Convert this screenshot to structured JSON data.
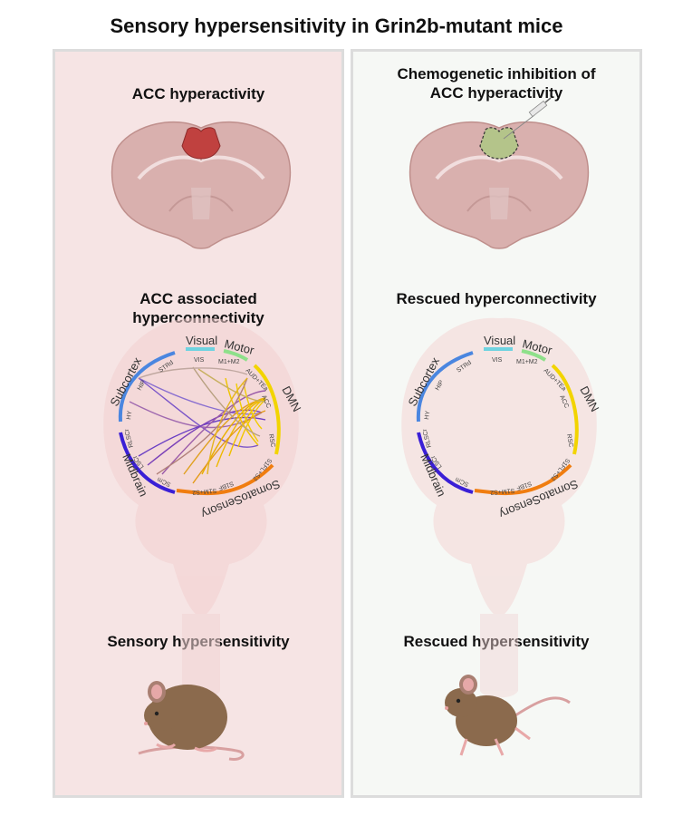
{
  "title": "Sensory hypersensitivity in Grin2b-mutant mice",
  "left_panel": {
    "top_heading": "ACC hyperactivity",
    "middle_heading_line1": "ACC associated",
    "middle_heading_line2": "hyperconnectivity",
    "bottom_heading": "Sensory hypersensitivity"
  },
  "right_panel": {
    "top_heading_line1": "Chemogenetic inhibition of",
    "top_heading_line2": "ACC hyperactivity",
    "middle_heading": "Rescued hyperconnectivity",
    "bottom_heading": "Rescued hypersensitivity"
  },
  "network": {
    "groups": {
      "visual": "Visual",
      "motor": "Motor",
      "dmn": "DMN",
      "somatosensory": "SomatoSensory",
      "midbrain": "Midbrain",
      "subcortex": "Subcortex"
    },
    "nodes": {
      "vis": "VIS",
      "m1m2": "M1+M2",
      "aud_tea": "AUD+TEa",
      "acc": "ACC",
      "rsc": "RSC",
      "s1fl_s2": "S1FL+S2",
      "s1bf": "S1BF",
      "s1m_s2": "S1M+S2",
      "scm": "SCm",
      "lscr": "LSCr",
      "rlscr": "RLSCr",
      "hy": "HY",
      "hip": "HIP",
      "strd": "STRd"
    },
    "colors": {
      "visual": "#6fd3e0",
      "motor": "#8ee08a",
      "dmn": "#f2d400",
      "somatosensory": "#f07d10",
      "midbrain": "#3a1fd6",
      "subcortex": "#4a86e0"
    }
  }
}
